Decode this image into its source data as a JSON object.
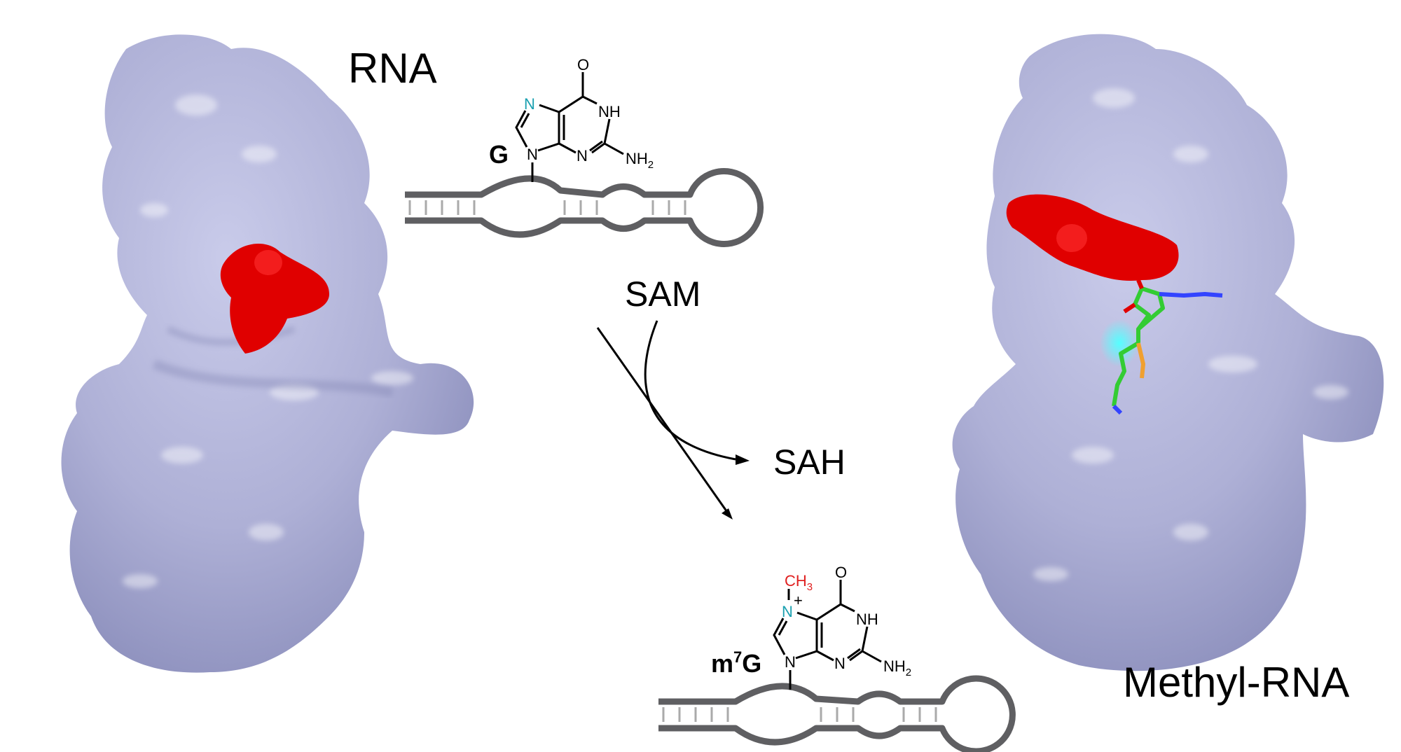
{
  "labels": {
    "rna": "RNA",
    "methyl_rna": "Methyl-RNA",
    "sam": "SAM",
    "sah": "SAH",
    "guanine": "G",
    "m7g_prefix": "m",
    "m7g_sup": "7",
    "m7g_suffix": "G"
  },
  "atoms": {
    "N": "N",
    "NH": "NH",
    "NH2": "NH",
    "sub2": "2",
    "O": "O",
    "CH3": "CH",
    "sub3": "3",
    "plus": "+"
  },
  "colors": {
    "protein": "#aeb0d6",
    "active_site": "#e00000",
    "n7_highlight": "#1aa0b0",
    "methyl": "#e02020",
    "ligand": "#33cc33"
  }
}
